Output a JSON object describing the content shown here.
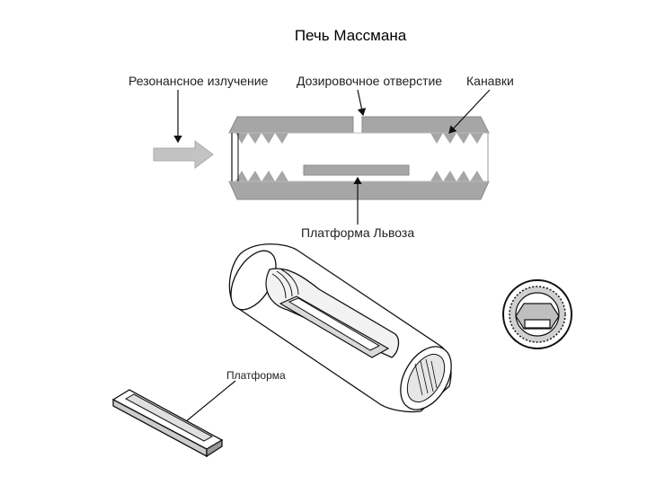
{
  "title": "Печь Массмана",
  "labels": {
    "resonant": "Резонансное излучение",
    "dosing": "Дозировочное отверстие",
    "grooves": "Канавки",
    "lvov_platform": "Платформа Львоза",
    "platform": "Платформа"
  },
  "colors": {
    "wall": "#a6a6a6",
    "wall_dark": "#8c8c8c",
    "arrow": "#c3c3c3",
    "line": "#111111"
  }
}
